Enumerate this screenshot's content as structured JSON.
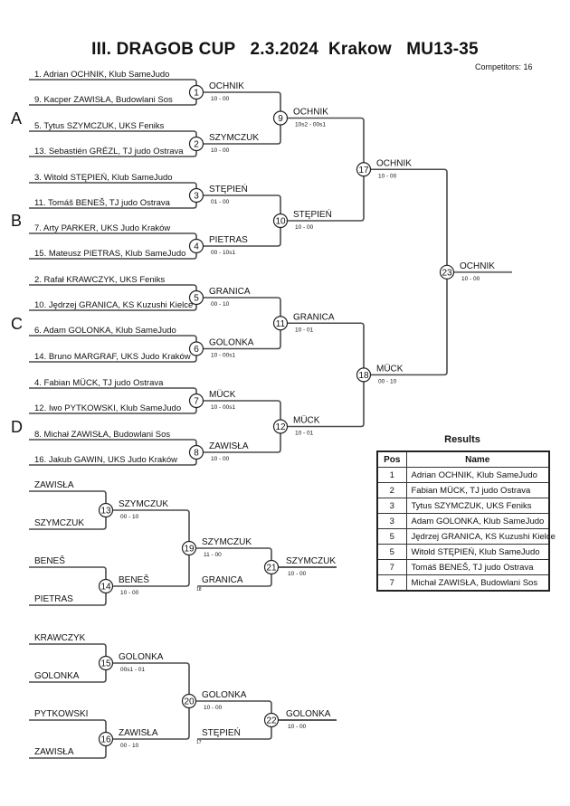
{
  "header": {
    "title": "III. DRAGOB CUP   2.3.2024  Krakow   MU13-35",
    "competitors_label": "Competitors:",
    "competitors_count": "16"
  },
  "pools": [
    {
      "label": "A",
      "entries": [
        "1. Adrian OCHNIK, Klub SameJudo",
        "9. Kacper ZAWISŁA, Budowlani Sos",
        "5. Tytus SZYMCZUK, UKS Feniks",
        "13. Sebastién GRÉZL, TJ judo Ostrava"
      ]
    },
    {
      "label": "B",
      "entries": [
        "3. Witold STĘPIEŃ, Klub SameJudo",
        "11. Tomáš BENEŠ, TJ judo Ostrava",
        "7. Arty PARKER, UKS Judo Kraków",
        "15. Mateusz PIETRAS, Klub SameJudo"
      ]
    },
    {
      "label": "C",
      "entries": [
        "2. Rafał KRAWCZYK, UKS Feniks",
        "10. Jędrzej GRANICA, KS Kuzushi Kielce",
        "6. Adam GOLONKA, Klub SameJudo",
        "14. Bruno MARGRAF, UKS Judo Kraków"
      ]
    },
    {
      "label": "D",
      "entries": [
        "4. Fabian MÜCK, TJ judo Ostrava",
        "12. Iwo PYTKOWSKI, Klub SameJudo",
        "8. Michał ZAWISŁA, Budowlani Sos",
        "16. Jakub GAWIN, UKS Judo Kraków"
      ]
    }
  ],
  "main_matches": [
    {
      "id": "1",
      "winner": "OCHNIK",
      "score": "10 - 00"
    },
    {
      "id": "2",
      "winner": "SZYMCZUK",
      "score": "10 - 00"
    },
    {
      "id": "3",
      "winner": "STĘPIEŃ",
      "score": "01 - 00"
    },
    {
      "id": "4",
      "winner": "PIETRAS",
      "score": "00 - 10s1"
    },
    {
      "id": "5",
      "winner": "GRANICA",
      "score": "00 - 10"
    },
    {
      "id": "6",
      "winner": "GOLONKA",
      "score": "10 - 00s1"
    },
    {
      "id": "7",
      "winner": "MÜCK",
      "score": "10 - 00s1"
    },
    {
      "id": "8",
      "winner": "ZAWISŁA",
      "score": "10 - 00"
    },
    {
      "id": "9",
      "winner": "OCHNIK",
      "score": "10s2 - 00s1"
    },
    {
      "id": "10",
      "winner": "STĘPIEŃ",
      "score": "10 - 00"
    },
    {
      "id": "11",
      "winner": "GRANICA",
      "score": "10 - 01"
    },
    {
      "id": "12",
      "winner": "MÜCK",
      "score": "10 - 01"
    },
    {
      "id": "17",
      "winner": "OCHNIK",
      "score": "10 - 00"
    },
    {
      "id": "18",
      "winner": "MÜCK",
      "score": "00 - 10"
    },
    {
      "id": "23",
      "winner": "OCHNIK",
      "score": "10 - 00"
    }
  ],
  "repechage": [
    {
      "entries": [
        "ZAWISŁA",
        "SZYMCZUK",
        "BENEŠ",
        "PIETRAS"
      ],
      "m_a": {
        "id": "13",
        "winner": "SZYMCZUK",
        "score": "00 - 10"
      },
      "m_b": {
        "id": "14",
        "winner": "BENEŠ",
        "score": "10 - 00"
      },
      "m_c": {
        "id": "19",
        "winner": "SZYMCZUK",
        "score": "11 - 00"
      },
      "loser": {
        "name": "GRANICA",
        "from": "18"
      },
      "m_d": {
        "id": "21",
        "winner": "SZYMCZUK",
        "score": "10 - 00"
      }
    },
    {
      "entries": [
        "KRAWCZYK",
        "GOLONKA",
        "PYTKOWSKI",
        "ZAWISŁA"
      ],
      "m_a": {
        "id": "15",
        "winner": "GOLONKA",
        "score": "00s1 - 01"
      },
      "m_b": {
        "id": "16",
        "winner": "ZAWISŁA",
        "score": "00 - 10"
      },
      "m_c": {
        "id": "20",
        "winner": "GOLONKA",
        "score": "10 - 00"
      },
      "loser": {
        "name": "STĘPIEŃ",
        "from": "17"
      },
      "m_d": {
        "id": "22",
        "winner": "GOLONKA",
        "score": "10 - 00"
      }
    }
  ],
  "results": {
    "title": "Results",
    "headers": {
      "pos": "Pos",
      "name": "Name"
    },
    "rows": [
      {
        "pos": "1",
        "name": "Adrian OCHNIK, Klub SameJudo"
      },
      {
        "pos": "2",
        "name": "Fabian MÜCK, TJ judo Ostrava"
      },
      {
        "pos": "3",
        "name": "Tytus SZYMCZUK, UKS Feniks"
      },
      {
        "pos": "3",
        "name": "Adam GOLONKA, Klub SameJudo"
      },
      {
        "pos": "5",
        "name": "Jędrzej GRANICA, KS Kuzushi Kielce"
      },
      {
        "pos": "5",
        "name": "Witold STĘPIEŃ, Klub SameJudo"
      },
      {
        "pos": "7",
        "name": "Tomáš BENEŠ, TJ judo Ostrava"
      },
      {
        "pos": "7",
        "name": "Michał ZAWISŁA, Budowlani Sos"
      }
    ]
  },
  "colors": {
    "line": "#4a4a4a",
    "text": "#111111"
  }
}
